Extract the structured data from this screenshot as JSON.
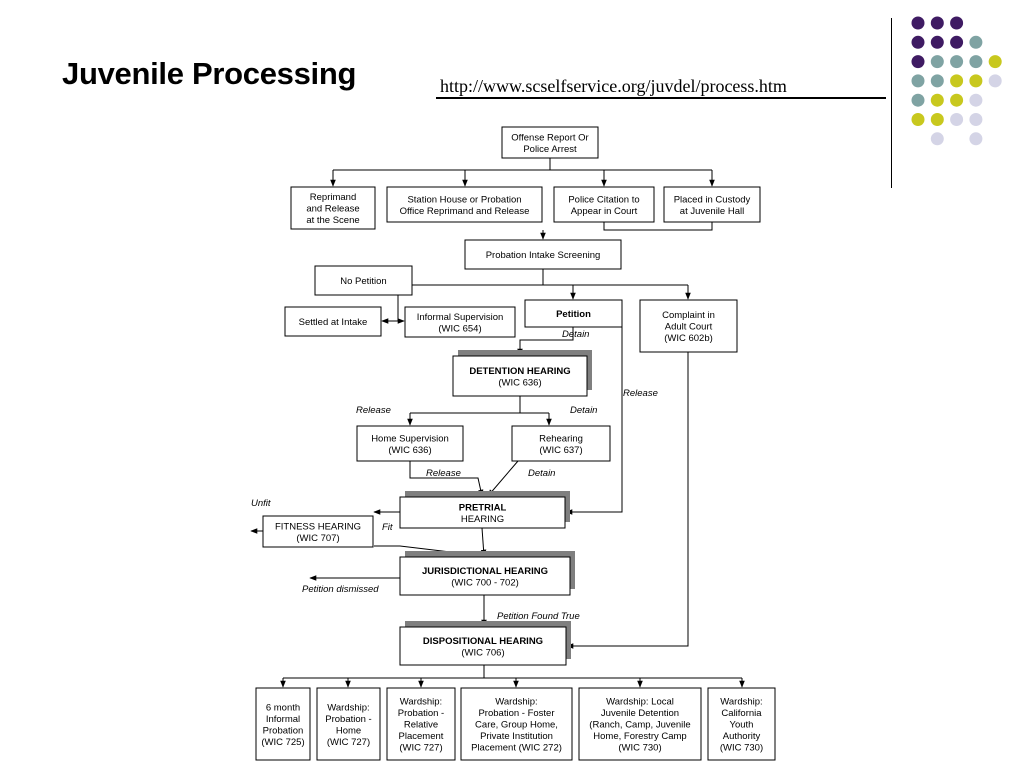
{
  "slide": {
    "title": "Juvenile Processing",
    "url": "http://www.scselfservice.org/juvdel/process.htm"
  },
  "colors": {
    "purple": "#3f1b63",
    "teal": "#7fa3a3",
    "yellow": "#c8c81e",
    "lavender": "#d4d4e6"
  },
  "dot_grid": [
    [
      "purple",
      "purple",
      "purple",
      "",
      ""
    ],
    [
      "purple",
      "purple",
      "purple",
      "teal",
      ""
    ],
    [
      "purple",
      "teal",
      "teal",
      "teal",
      "yellow"
    ],
    [
      "teal",
      "teal",
      "yellow",
      "yellow",
      "lavender"
    ],
    [
      "teal",
      "yellow",
      "yellow",
      "lavender",
      ""
    ],
    [
      "yellow",
      "yellow",
      "lavender",
      "lavender",
      ""
    ],
    [
      "",
      "lavender",
      "",
      "lavender",
      ""
    ]
  ],
  "nodes": {
    "offense": {
      "lines": [
        "Offense Report Or",
        "Police Arrest"
      ]
    },
    "reprimand": {
      "lines": [
        "Reprimand",
        "and Release",
        "at the Scene"
      ]
    },
    "station": {
      "lines": [
        "Station House or Probation",
        "Office Reprimand and Release"
      ]
    },
    "citation": {
      "lines": [
        "Police Citation to",
        "Appear in Court"
      ]
    },
    "custody": {
      "lines": [
        "Placed in Custody",
        "at Juvenile Hall"
      ]
    },
    "intake": {
      "lines": [
        "Probation Intake Screening"
      ]
    },
    "nopetition": {
      "lines": [
        "No Petition"
      ]
    },
    "settled": {
      "lines": [
        "Settled at Intake"
      ]
    },
    "informal": {
      "lines": [
        "Informal Supervision",
        "(WIC 654)"
      ]
    },
    "petition": {
      "lines": [
        "Petition"
      ]
    },
    "complaint": {
      "lines": [
        "Complaint in",
        "Adult Court",
        "(WIC 602b)"
      ]
    },
    "detention": {
      "lines": [
        "DETENTION HEARING",
        "(WIC 636)"
      ]
    },
    "homesup": {
      "lines": [
        "Home Supervision",
        "(WIC 636)"
      ]
    },
    "rehearing": {
      "lines": [
        "Rehearing",
        "(WIC 637)"
      ]
    },
    "pretrial": {
      "lines": [
        "PRETRIAL",
        "HEARING"
      ]
    },
    "fitness": {
      "lines": [
        "FITNESS HEARING",
        "(WIC 707)"
      ]
    },
    "jurisdictional": {
      "lines": [
        "JURISDICTIONAL HEARING",
        "(WIC 700 - 702)"
      ]
    },
    "dispositional": {
      "lines": [
        "DISPOSITIONAL HEARING",
        "(WIC 706)"
      ]
    },
    "out1": {
      "lines": [
        "6 month",
        "Informal",
        "Probation",
        "(WIC 725)"
      ]
    },
    "out2": {
      "lines": [
        "Wardship:",
        "Probation -",
        "Home",
        "(WIC 727)"
      ]
    },
    "out3": {
      "lines": [
        "Wardship:",
        "Probation -",
        "Relative",
        "Placement",
        "(WIC 727)"
      ]
    },
    "out4": {
      "lines": [
        "Wardship:",
        "Probation - Foster",
        "Care, Group Home,",
        "Private Institution",
        "Placement (WIC 272)"
      ]
    },
    "out5": {
      "lines": [
        "Wardship: Local",
        "Juvenile Detention",
        "(Ranch, Camp, Juvenile",
        "Home, Forestry Camp",
        "(WIC 730)"
      ]
    },
    "out6": {
      "lines": [
        "Wardship:",
        "California",
        "Youth",
        "Authority",
        "(WIC 730)"
      ]
    }
  },
  "labels": {
    "detain1": "Detain",
    "release_right": "Release",
    "release_left": "Release",
    "detain2": "Detain",
    "release_mid": "Release",
    "detain_mid": "Detain",
    "unfit": "Unfit",
    "fit": "Fit",
    "petition_dismissed": "Petition dismissed",
    "found_true": "Petition Found True"
  }
}
